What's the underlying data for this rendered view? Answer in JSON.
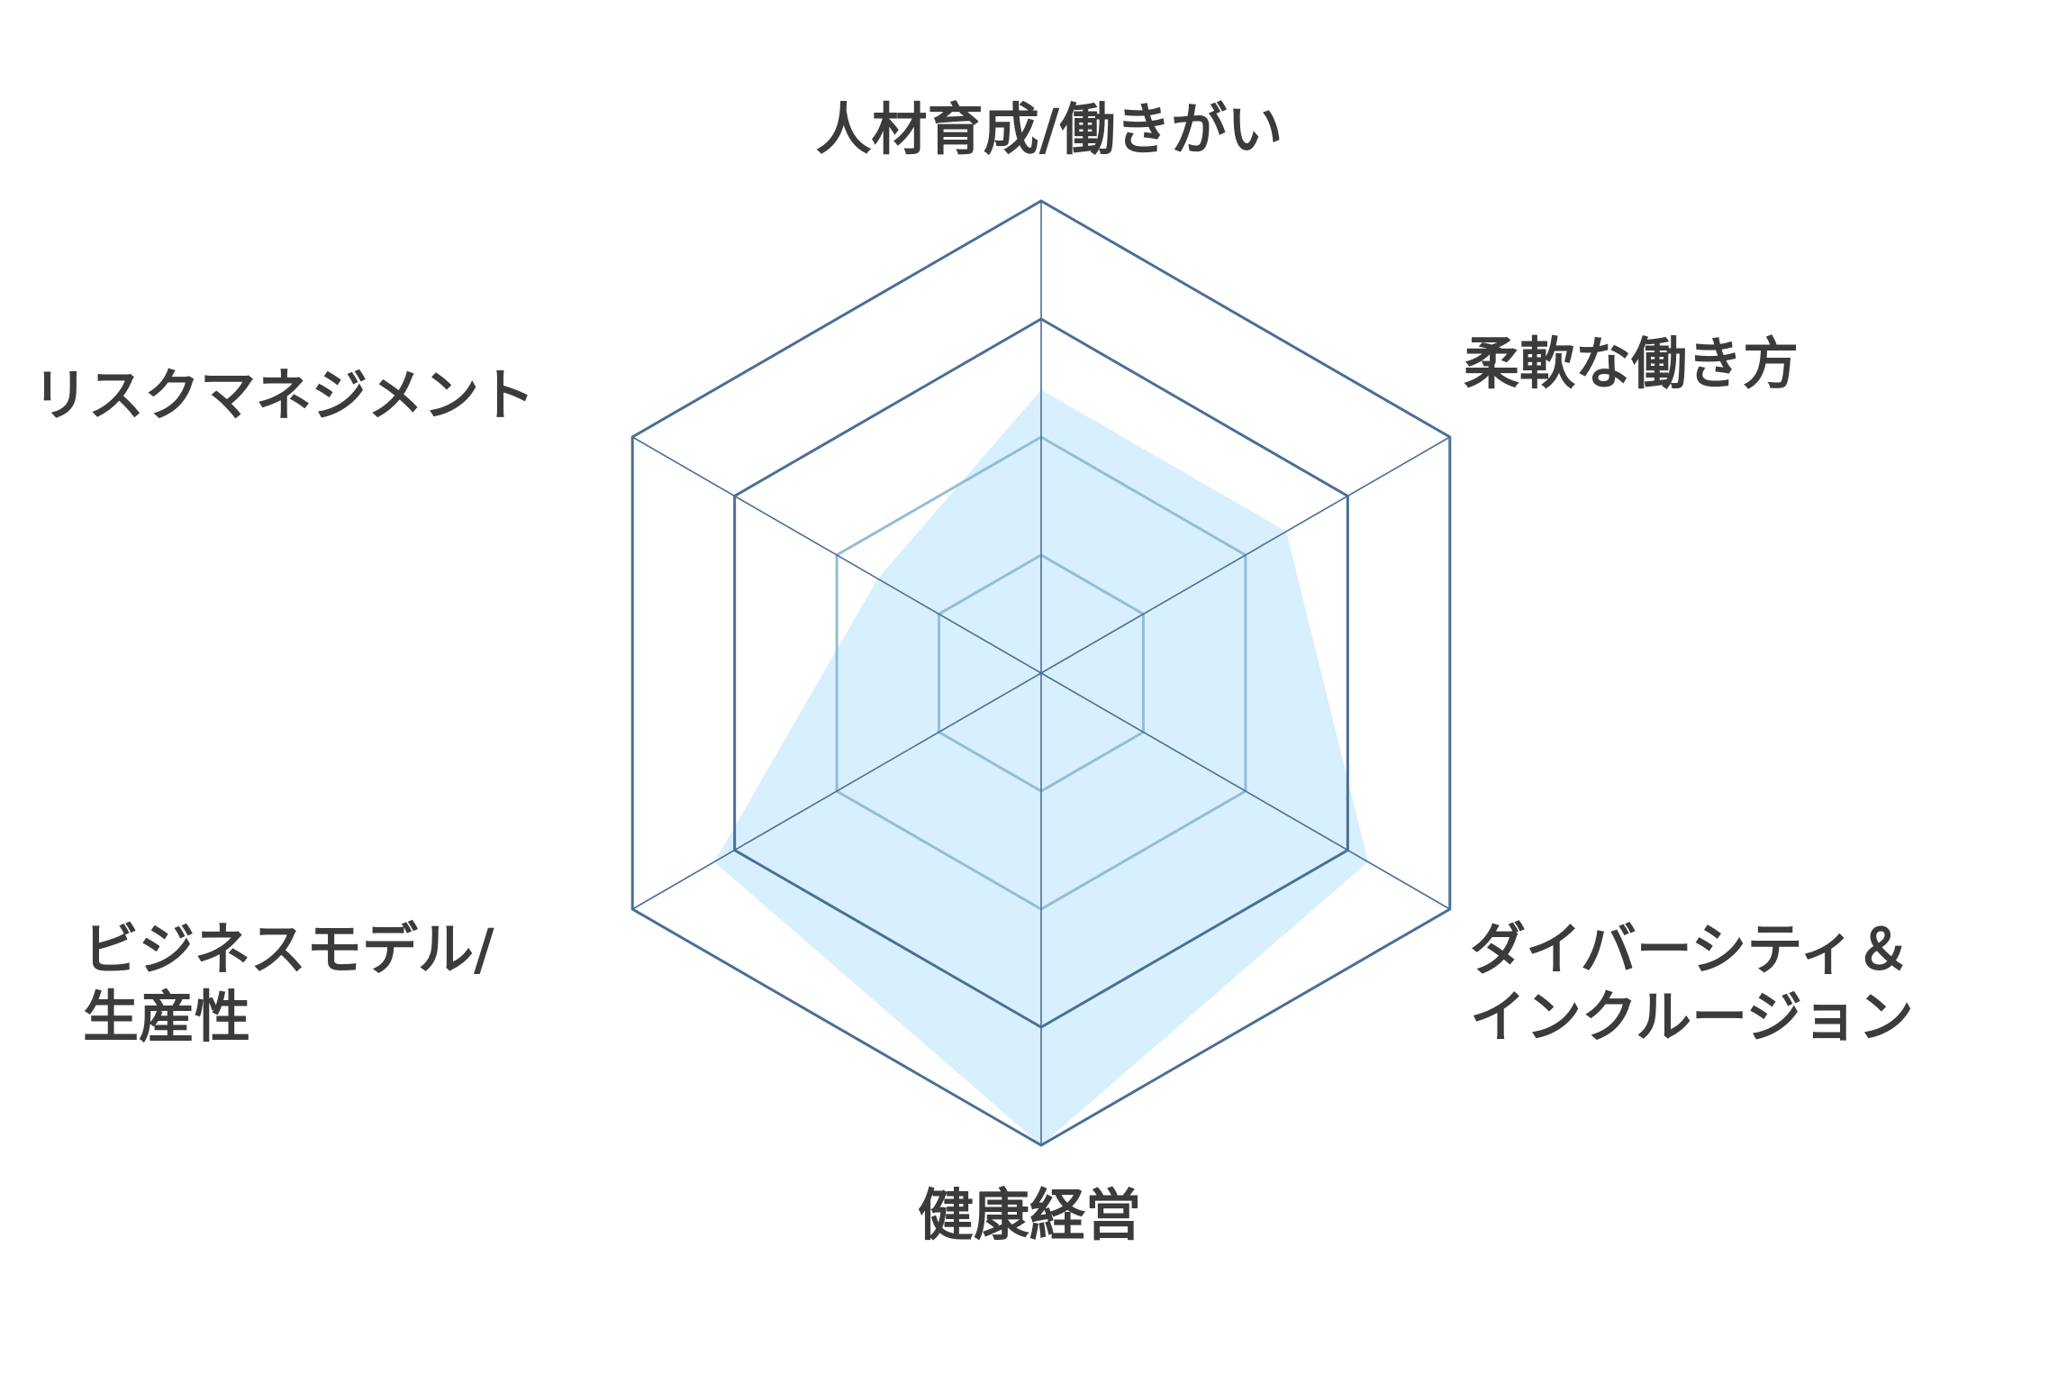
{
  "chart_data": {
    "type": "radar",
    "title": "",
    "axes": [
      "人材育成/働きがい",
      "柔軟な働き方",
      "ダイバーシティ＆インクルージョン",
      "健康経営",
      "ビジネスモデル/生産性",
      "リスクマネジメント"
    ],
    "axis_label_lines": [
      [
        "人材育成/働きがい"
      ],
      [
        "柔軟な働き方"
      ],
      [
        "ダイバーシティ＆",
        "インクルージョン"
      ],
      [
        "健康経営"
      ],
      [
        "ビジネスモデル/",
        "生産性"
      ],
      [
        "リスクマネジメント"
      ]
    ],
    "series": [
      {
        "name": "",
        "values": [
          2.4,
          2.4,
          3.2,
          4.0,
          3.2,
          1.6
        ]
      }
    ],
    "rlim": [
      0,
      4
    ],
    "levels": 4,
    "grid": true,
    "colors": {
      "fill": "#d8f0fd",
      "grid_outer": "#4a6f96",
      "grid_inner": "#93bcd8",
      "axis": "#4a6f96",
      "text": "#3b3b3b"
    }
  }
}
